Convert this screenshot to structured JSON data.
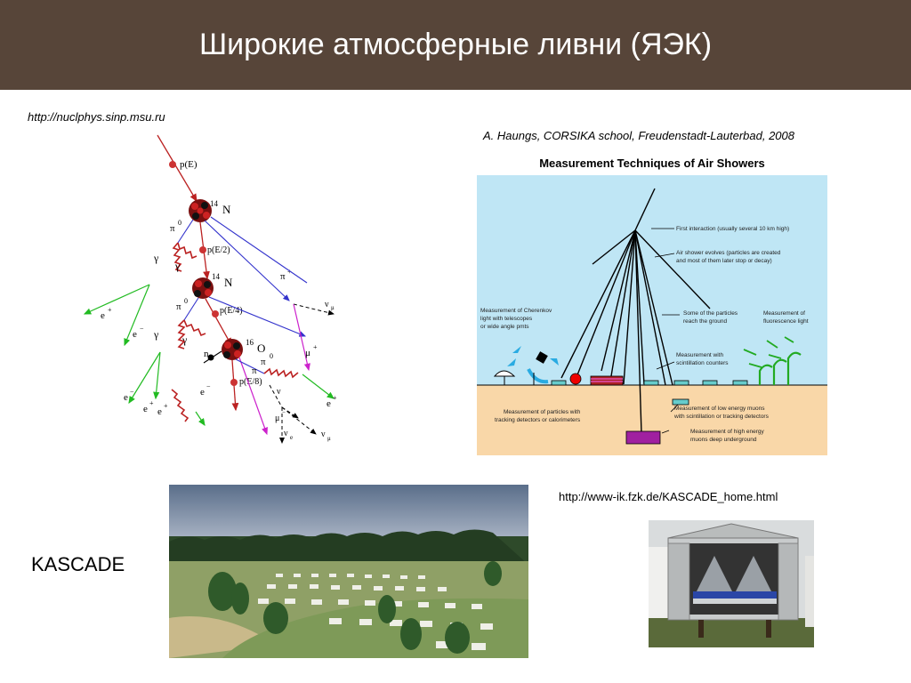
{
  "header": {
    "title": "Широкие атмосферные ливни (ЯЭК)"
  },
  "left_figure": {
    "source_url": "http://nuclphys.sinp.msu.ru",
    "labels": {
      "pE": "p(E)",
      "N": "N",
      "N14": "14",
      "pi0": "π",
      "pi0_sup": "0",
      "gamma": "γ",
      "pE2": "p(E/2)",
      "pE4": "p(E/4)",
      "pE8": "p(E/8)",
      "pi_plus": "π",
      "plus": "+",
      "minus": "−",
      "e": "e",
      "mu": "μ",
      "nu": "ν",
      "n": "n",
      "O": "O",
      "O16": "16",
      "nu_e_sub": "e",
      "mu_sub": "μ"
    }
  },
  "right_figure": {
    "citation": "A. Haungs, CORSIKA school, Freudenstadt-Lauterbad, 2008",
    "title": "Measurement Techniques of Air Showers",
    "annotations": {
      "first_interaction": "First interaction (usually several 10 km high)",
      "evolves_1": "Air shower evolves (particles are created",
      "evolves_2": "and most of them later stop or decay)",
      "reach_1": "Some of the particles",
      "reach_2": "reach the ground",
      "cherenkov_1": "Measurement of Cherenkov",
      "cherenkov_2": "light with telescopes",
      "cherenkov_3": "or wide angle pmts",
      "fluor_1": "Measurement of",
      "fluor_2": "fluorescence light",
      "scint_1": "Measurement with",
      "scint_2": "scintillation counters",
      "tracking_1": "Measurement of particles with",
      "tracking_2": "tracking detectors or calorimeters",
      "lowmuon_1": "Measurement of low energy muons",
      "lowmuon_2": "with scintillation or tracking detectors",
      "highmuon_1": "Measurement of high energy",
      "highmuon_2": "muons deep underground"
    }
  },
  "kascade": {
    "label": "KASCADE",
    "source_url": "http://www-ik.fzk.de/KASCADE_home.html"
  }
}
